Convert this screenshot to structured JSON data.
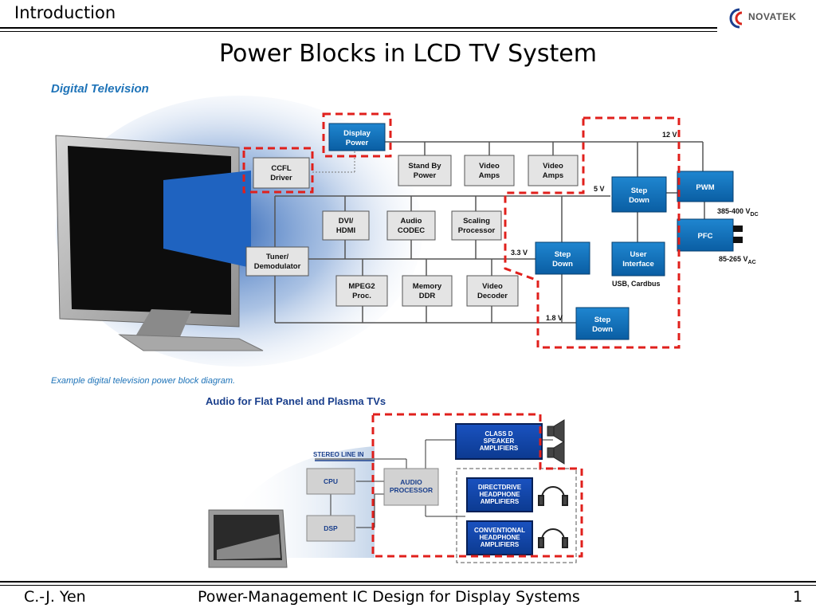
{
  "header": {
    "section": "Introduction",
    "logo_text": "NOVATEK"
  },
  "slide": {
    "title": "Power Blocks in LCD TV System"
  },
  "diagram1": {
    "heading": "Digital Television",
    "caption": "Example digital television power block diagram.",
    "blocks": {
      "display_power": [
        "Display",
        "Power"
      ],
      "ccfl_driver": [
        "CCFL",
        "Driver"
      ],
      "standby_power": [
        "Stand By",
        "Power"
      ],
      "video_amps_1": [
        "Video",
        "Amps"
      ],
      "video_amps_2": [
        "Video",
        "Amps"
      ],
      "dvi_hdmi": [
        "DVI/",
        "HDMI"
      ],
      "audio_codec": [
        "Audio",
        "CODEC"
      ],
      "scaling_processor": [
        "Scaling",
        "Processor"
      ],
      "tuner": [
        "Tuner/",
        "Demodulator"
      ],
      "mpeg2": [
        "MPEG2",
        "Proc."
      ],
      "memory": [
        "Memory",
        "DDR"
      ],
      "video_decoder": [
        "Video",
        "Decoder"
      ],
      "step_down_5v": [
        "Step",
        "Down"
      ],
      "step_down_33v": [
        "Step",
        "Down"
      ],
      "step_down_18v": [
        "Step",
        "Down"
      ],
      "user_interface": [
        "User",
        "Interface"
      ],
      "pwm": "PWM",
      "pfc": "PFC"
    },
    "labels": {
      "v12": "12 V",
      "v5": "5 V",
      "v33": "3.3 V",
      "v18": "1.8 V",
      "usb": "USB, Cardbus",
      "vdc": "385-400 V",
      "vdc_sub": "DC",
      "vac": "85-265 V",
      "vac_sub": "AC"
    }
  },
  "diagram2": {
    "heading": "Audio for Flat Panel and Plasma TVs",
    "stereo_line_in": "STEREO LINE IN",
    "blocks": {
      "cpu": "CPU",
      "dsp": "DSP",
      "audio_processor": [
        "AUDIO",
        "PROCESSOR"
      ],
      "class_d": [
        "CLASS D",
        "SPEAKER",
        "AMPLIFIERS"
      ],
      "directdrive": [
        "DIRECTDRIVE",
        "HEADPHONE",
        "AMPLIFIERS"
      ],
      "conventional": [
        "CONVENTIONAL",
        "HEADPHONE",
        "AMPLIFIERS"
      ]
    }
  },
  "footer": {
    "author": "C.-J. Yen",
    "course": "Power-Management IC Design for Display Systems",
    "page": "1"
  },
  "colors": {
    "blue_block": "#0a6bb5",
    "gray_block": "#e4e4e4",
    "highlight": "#e0201c",
    "navy_block": "#0c3d9a"
  }
}
